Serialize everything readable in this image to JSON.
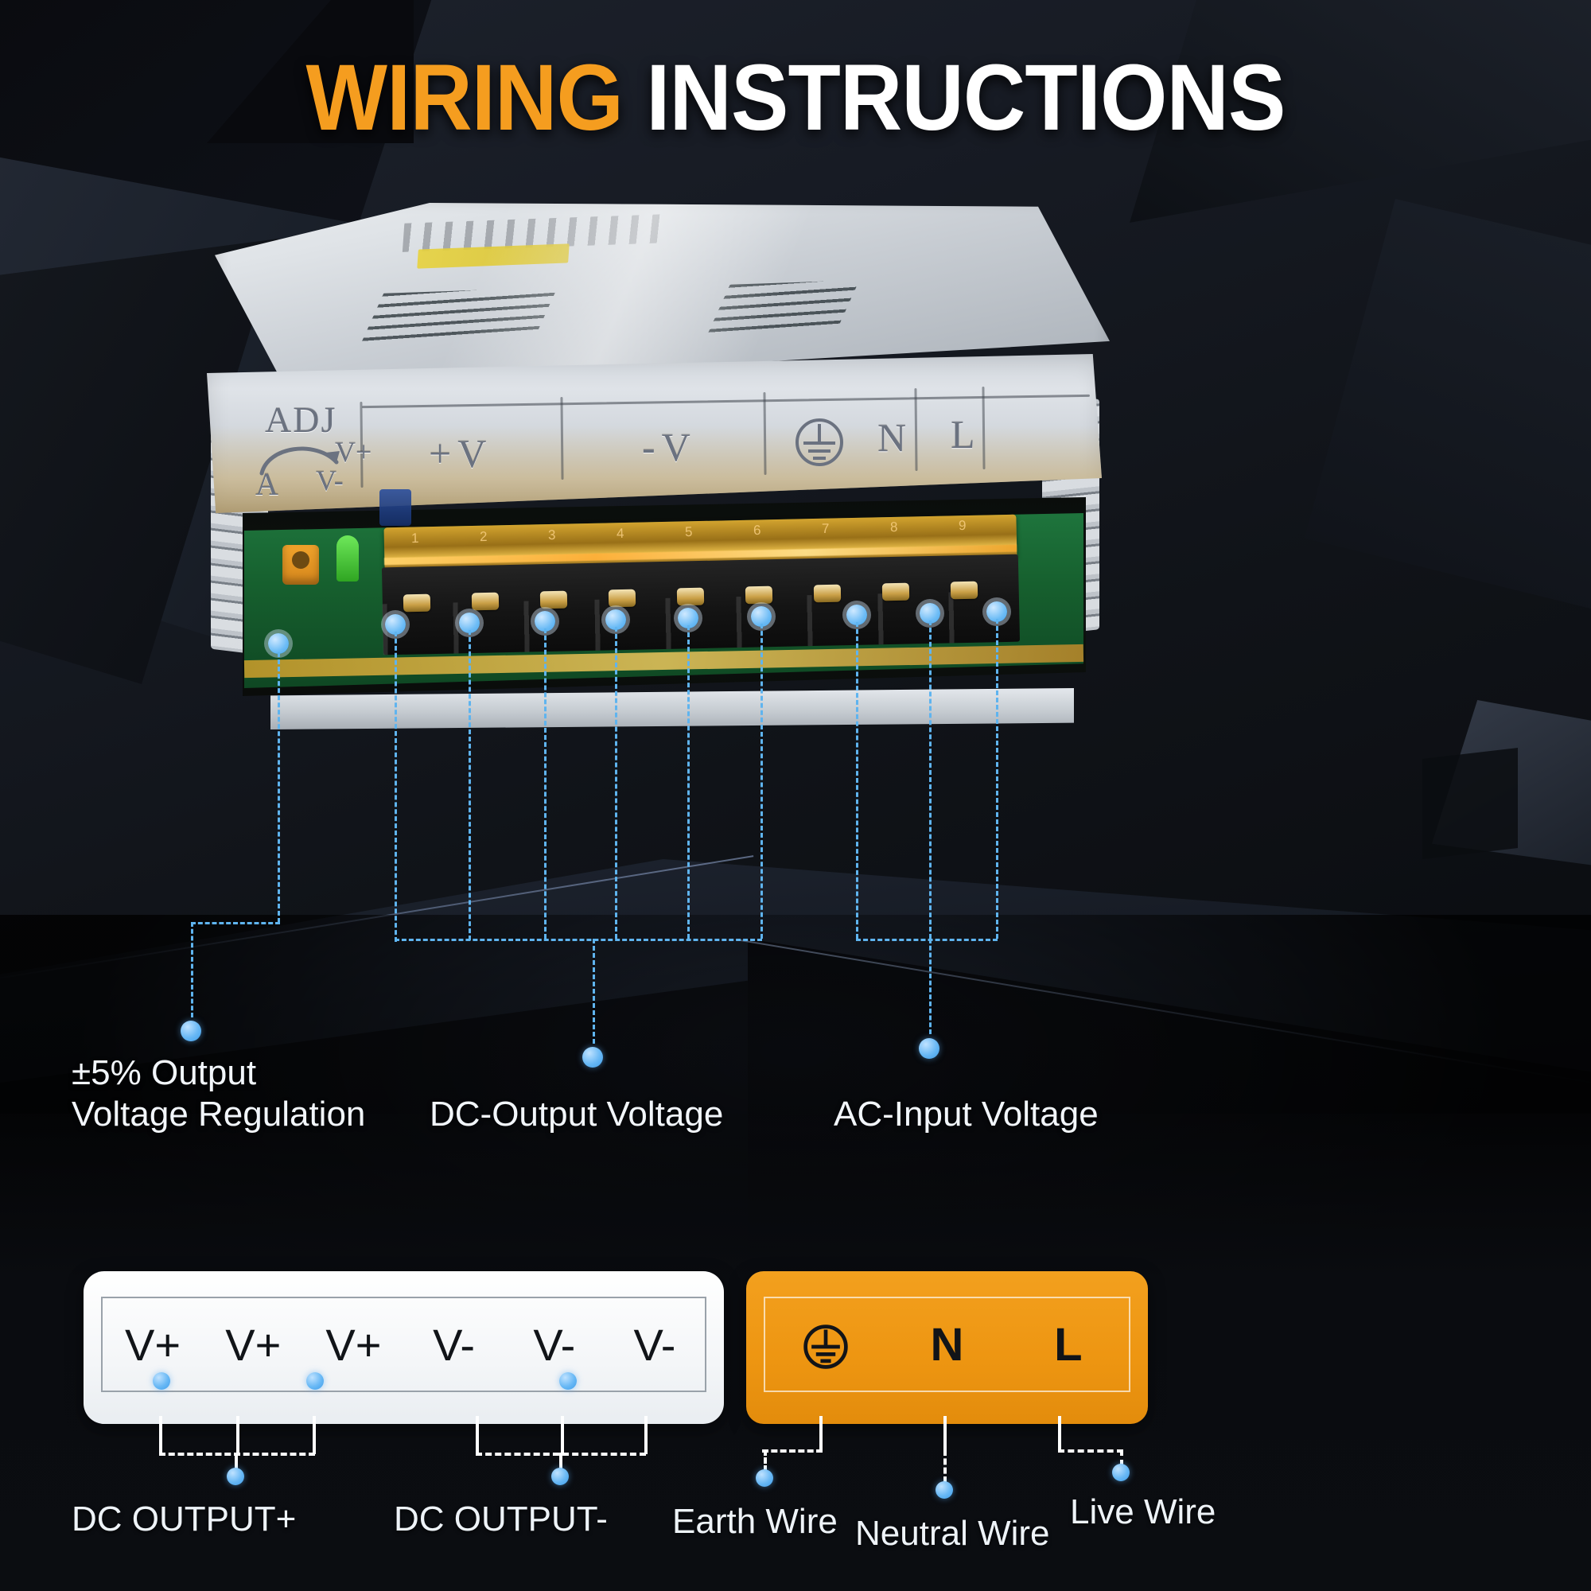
{
  "title": {
    "word1": "WIRING",
    "word2": "INSTRUCTIONS",
    "accent_color": "#f59d1f",
    "text_color": "#ffffff"
  },
  "product": {
    "terminal_face_labels": [
      {
        "name": "adj-label",
        "text": "ADJ"
      },
      {
        "name": "adj-a-label",
        "text": "A"
      },
      {
        "name": "adj-vplus-label",
        "text": "V+"
      },
      {
        "name": "adj-vminus-label",
        "text": "V-"
      },
      {
        "name": "positive-voltage-label",
        "text": "+V"
      },
      {
        "name": "negative-voltage-label",
        "text": "-V"
      },
      {
        "name": "neutral-label",
        "text": "N"
      },
      {
        "name": "live-label",
        "text": "L"
      }
    ],
    "terminal_numbers": [
      "1",
      "2",
      "3",
      "4",
      "5",
      "6",
      "7",
      "8",
      "9"
    ]
  },
  "callouts": [
    {
      "name": "adjust-callout",
      "text": "±5% Output\nVoltage Regulation"
    },
    {
      "name": "dc-output-callout",
      "text": "DC-Output Voltage"
    },
    {
      "name": "ac-input-callout",
      "text": "AC-Input Voltage"
    }
  ],
  "legend": {
    "dc": {
      "pins": [
        "V+",
        "V+",
        "V+",
        "V-",
        "V-",
        "V-"
      ],
      "labels": [
        {
          "name": "dc-output-positive-label",
          "text": "DC OUTPUT+"
        },
        {
          "name": "dc-output-negative-label",
          "text": "DC OUTPUT-"
        }
      ]
    },
    "ac": {
      "pins": [
        {
          "name": "earth-ground-icon",
          "text": "⏚"
        },
        {
          "name": "neutral-pin",
          "text": "N"
        },
        {
          "name": "live-pin",
          "text": "L"
        }
      ],
      "labels": [
        {
          "name": "earth-wire-label",
          "text": "Earth Wire"
        },
        {
          "name": "neutral-wire-label",
          "text": "Neutral Wire"
        },
        {
          "name": "live-wire-label",
          "text": "Live Wire"
        }
      ],
      "box_color": "#f3a01e"
    }
  },
  "colors": {
    "accent_blue": "#5fb4ef",
    "orange": "#f3a01e",
    "background": "#0b0d12"
  }
}
